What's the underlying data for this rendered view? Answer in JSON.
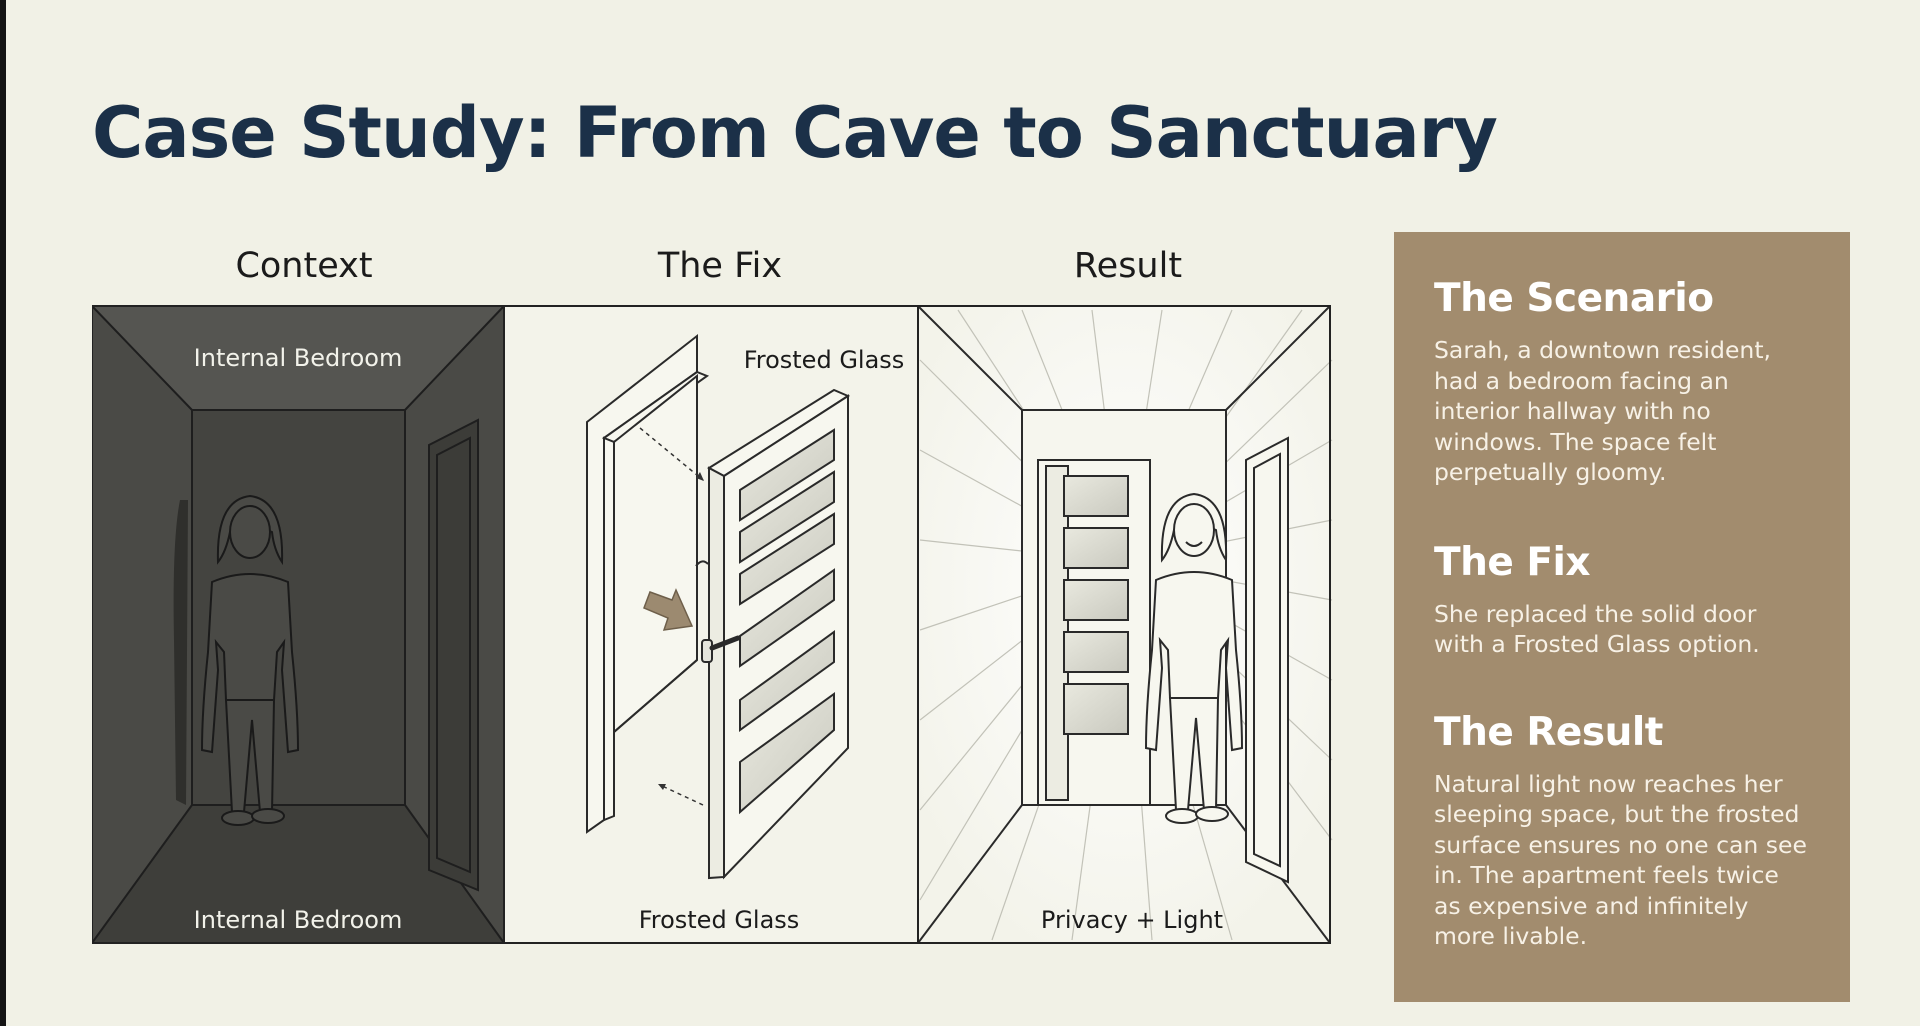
{
  "title": "Case Study: From Cave to Sanctuary",
  "columns": [
    {
      "heading": "Context",
      "top_label": "Internal Bedroom",
      "bottom_label": "Internal Bedroom"
    },
    {
      "heading": "The Fix",
      "top_label": "Frosted Glass",
      "bottom_label": "Frosted Glass"
    },
    {
      "heading": "Result",
      "bottom_label": "Privacy + Light"
    }
  ],
  "sidebar": {
    "sections": [
      {
        "heading": "The Scenario",
        "body": "Sarah, a downtown resident, had a bedroom facing an interior hallway with no windows. The space felt perpetually gloomy."
      },
      {
        "heading": "The Fix",
        "body": "She replaced the solid door with a Frosted Glass option."
      },
      {
        "heading": "The Result",
        "body": "Natural light now reaches her sleeping space, but the frosted surface ensures no one can see in. The apartment feels twice as expensive and infinitely more livable."
      }
    ]
  },
  "colors": {
    "background": "#f1f1e6",
    "title": "#1b3048",
    "dark_room": "#4a4a46",
    "sidebar": "#a28c6e"
  }
}
